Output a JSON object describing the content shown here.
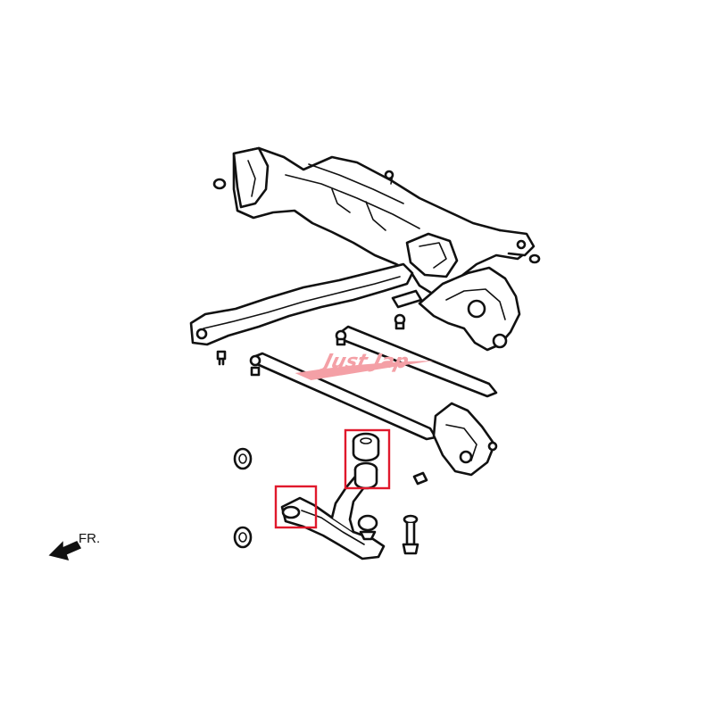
{
  "watermark": {
    "text": "Just Jap",
    "color": "#f4a0a6"
  },
  "direction_label": {
    "text": "FR."
  },
  "highlight": {
    "color": "#e0192c",
    "count": 2
  },
  "parts": [
    "front-subframe",
    "steering-knuckle",
    "brace-bar-rear",
    "brace-bar-front",
    "upper-lower-arm-bushing",
    "front-lower-arm-bushing",
    "lower-control-arm",
    "ball-joint"
  ]
}
